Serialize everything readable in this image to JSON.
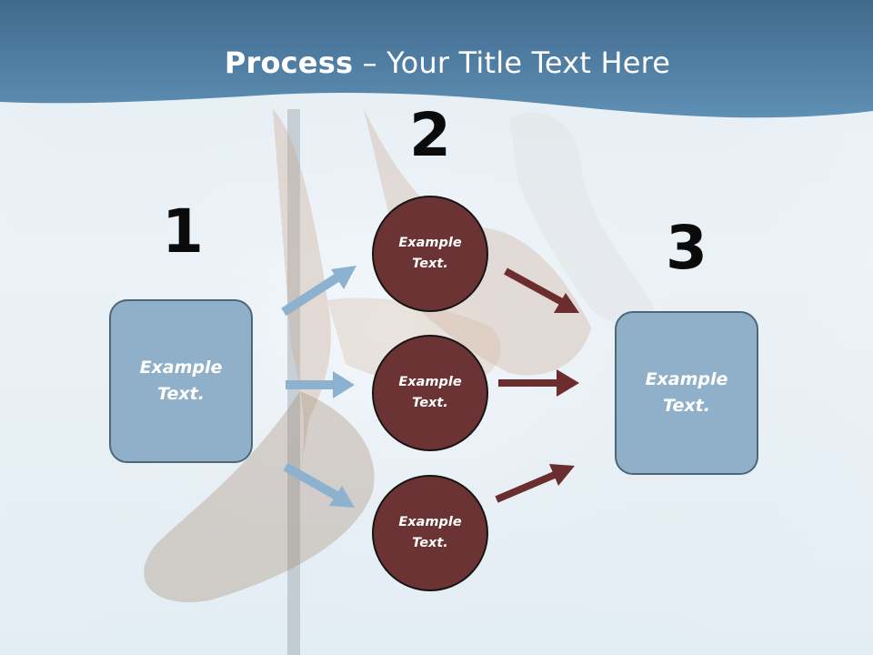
{
  "slide": {
    "title_bold": "Process",
    "title_rest": " – Your Title Text Here"
  },
  "steps": [
    "1",
    "2",
    "3"
  ],
  "left_box": {
    "line1": "Example",
    "line2": "Text."
  },
  "right_box": {
    "line1": "Example",
    "line2": "Text."
  },
  "circles": [
    {
      "line1": "Example",
      "line2": "Text."
    },
    {
      "line1": "Example",
      "line2": "Text."
    },
    {
      "line1": "Example",
      "line2": "Text."
    }
  ],
  "colors": {
    "header": "#4a7597",
    "box_fill": "#8fb0c8",
    "circle_fill": "#6b3333",
    "blue_arrow": "#8cb2cf",
    "dark_arrow": "#6b2d2d"
  }
}
